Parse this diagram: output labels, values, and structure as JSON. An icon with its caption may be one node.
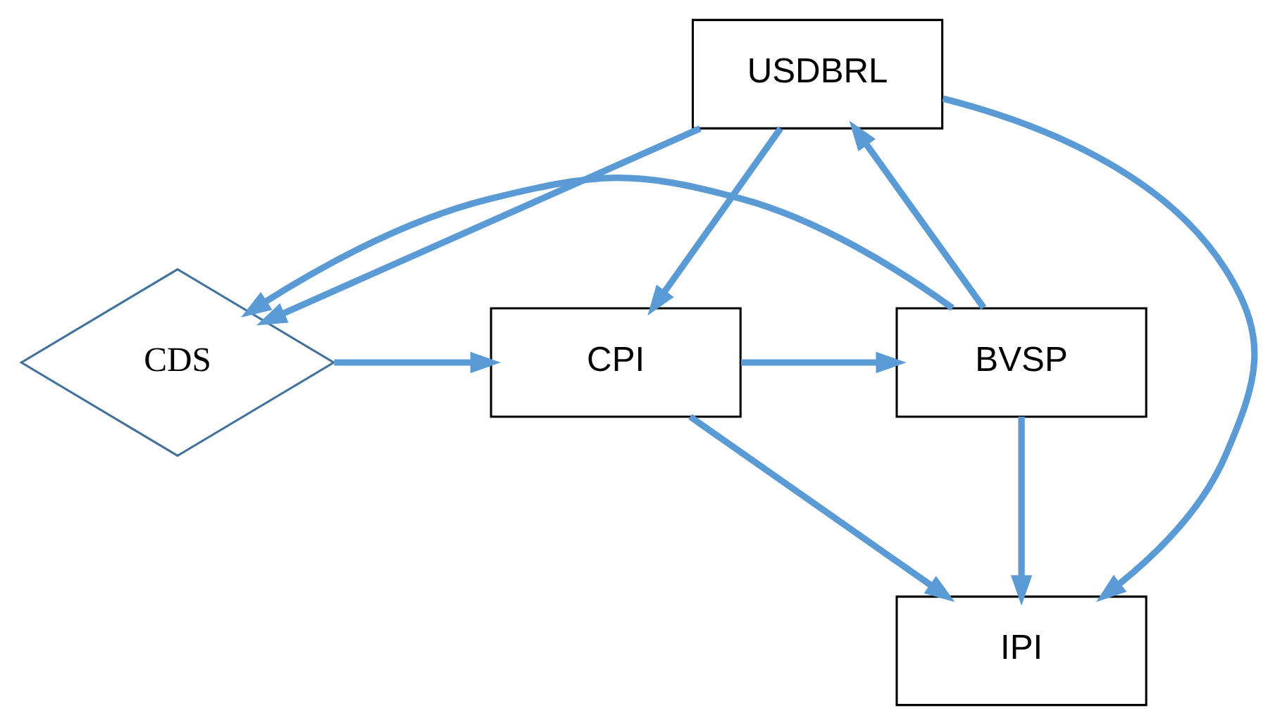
{
  "diagram": {
    "nodes": [
      {
        "text": [
          "USDBRL"
        ]
      },
      {
        "text": [
          "BVSP"
        ]
      },
      {
        "text": [
          "CDS"
        ]
      },
      {
        "text": [
          "CPI"
        ]
      },
      {
        "text": [
          "IPI"
        ]
      }
    ],
    "edges": [
      {
        "from": 1,
        "to": 0,
        "arrow": "to"
      },
      {
        "from": 0,
        "to": 3,
        "arrow": "to"
      },
      {
        "from": 0,
        "to": 2,
        "arrow": "to"
      },
      {
        "from": 3,
        "to": 1,
        "arrow": "to"
      },
      {
        "from": 1,
        "to": 2,
        "arrow": "to"
      },
      {
        "from": 2,
        "to": 3,
        "arrow": "to"
      },
      {
        "from": 0,
        "to": 4,
        "arrow": "to"
      },
      {
        "from": 1,
        "to": 4,
        "arrow": "to"
      },
      {
        "from": 3,
        "to": 4,
        "arrow": "to"
      }
    ]
  }
}
